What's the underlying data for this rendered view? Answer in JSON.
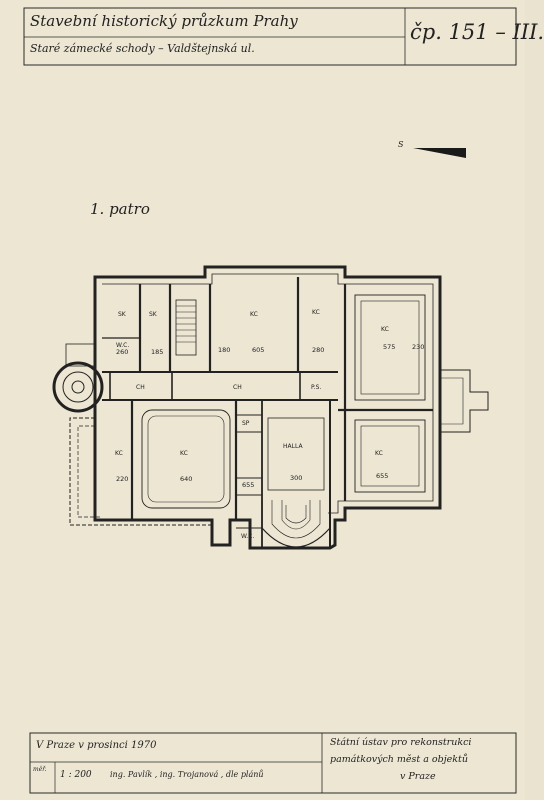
{
  "header": {
    "title": "Stavební historický průzkum Prahy",
    "subtitle": "Staré zámecké schody – Valdštejnská ul.",
    "number": "čp. 151 – III."
  },
  "floor_label": "1. patro",
  "rooms": {
    "sk": "SK",
    "kc": "KC",
    "wc": "W.C.",
    "ch": "CH",
    "ps": "P.S.",
    "sp": "SP",
    "halla": "HALLA"
  },
  "dims": [
    "260",
    "185",
    "180",
    "605",
    "280",
    "575",
    "230",
    "220",
    "640",
    "300",
    "655",
    "655"
  ],
  "footer": {
    "place_date": "V Praze v prosinci 1970",
    "ref_label": "měř.",
    "scale": "1 : 200",
    "authors": "ing. Pavlík , ing. Trojanová , dle plánů",
    "institute_line1": "Státní ústav pro rekonstrukci",
    "institute_line2": "památkových měst a objektů",
    "institute_line3": "v Praze"
  },
  "north_symbol": "S"
}
